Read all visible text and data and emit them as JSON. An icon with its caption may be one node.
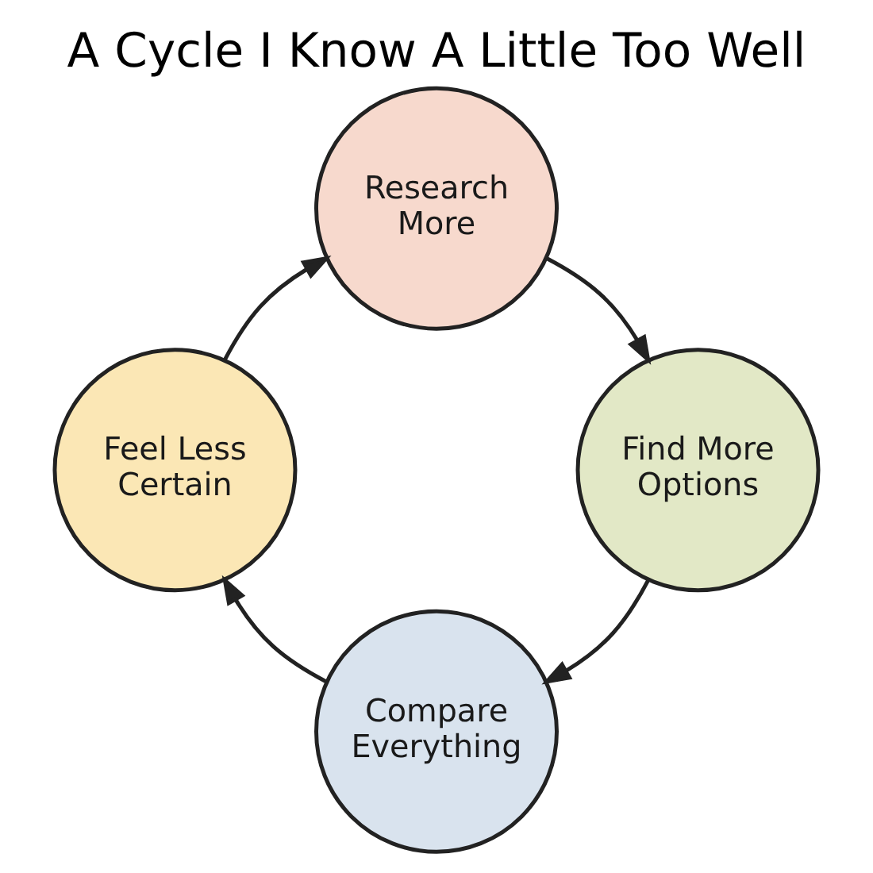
{
  "diagram": {
    "title": "A Cycle I Know A Little Too Well",
    "nodes": [
      {
        "text": [
          "Research More"
        ]
      },
      {
        "text": [
          "Find More Options"
        ]
      },
      {
        "text": [
          "Compare Everything"
        ]
      },
      {
        "text": [
          "Feel Less Certain"
        ]
      }
    ],
    "edges": [
      {
        "from": 0,
        "to": 1,
        "arrow": "to"
      },
      {
        "from": 1,
        "to": 2,
        "arrow": "to"
      },
      {
        "from": 2,
        "to": 3,
        "arrow": "to"
      },
      {
        "from": 3,
        "to": 0,
        "arrow": "to"
      }
    ]
  }
}
